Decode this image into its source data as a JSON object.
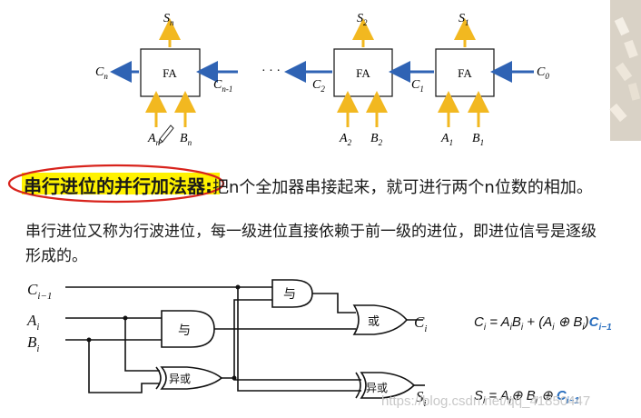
{
  "ripple_diagram": {
    "blocks": [
      {
        "label": "FA",
        "sum_label": "S",
        "sum_sub": "n",
        "a_label": "A",
        "a_sub": "n",
        "b_label": "B",
        "b_sub": "n",
        "carry_in": "C",
        "carry_in_sub": "n-1",
        "carry_out": "C",
        "carry_out_sub": "n"
      },
      {
        "label": "FA",
        "sum_label": "S",
        "sum_sub": "2",
        "a_label": "A",
        "a_sub": "2",
        "b_label": "B",
        "b_sub": "2",
        "carry_in": "C",
        "carry_in_sub": "1",
        "carry_out": "C",
        "carry_out_sub": "2"
      },
      {
        "label": "FA",
        "sum_label": "S",
        "sum_sub": "1",
        "a_label": "A",
        "a_sub": "1",
        "b_label": "B",
        "b_sub": "1",
        "carry_in": "C",
        "carry_in_sub": "0",
        "carry_out": "C",
        "carry_out_sub": "1"
      }
    ],
    "ellipsis": "· · ·"
  },
  "heading": {
    "term": "串行进位的并行加法器",
    "colon": ":",
    "definition": "把n个全加器串接起来，就可进行两个n位数的相加。"
  },
  "description": "串行进位又称为行波进位，每一级进位直接依赖于前一级的进位，即进位信号是逐级形成的。",
  "circuit": {
    "inputs": [
      {
        "main": "C",
        "sub": "i−1"
      },
      {
        "main": "A",
        "sub": "i"
      },
      {
        "main": "B",
        "sub": "i"
      }
    ],
    "gates": {
      "and_top": "与",
      "and_mid": "与",
      "or": "或",
      "xor_low": "异或",
      "xor_out": "异或"
    },
    "outputs": [
      {
        "main": "C",
        "sub": "i"
      },
      {
        "main": "S",
        "sub": "i"
      }
    ]
  },
  "equations": {
    "carry": {
      "lhs": "C",
      "lhs_sub": "i",
      "eq": " = A",
      "a_sub": "i",
      "b": "B",
      "b_sub": "i",
      "plus": " + (A",
      "a2_sub": "i",
      "xor": " ⊕ B",
      "b2_sub": "i",
      "close": ")",
      "c": "C",
      "c_sub": "i−1"
    },
    "sum": {
      "lhs": "S",
      "lhs_sub": "i",
      "eq": " = A",
      "a_sub": "i",
      "xor1": "⊕ B",
      "b_sub": "i",
      "xor2": " ⊕ ",
      "c": "C",
      "c_sub": "i−1"
    }
  },
  "watermark": "https://blog.csdn.net/qq_41850447",
  "colors": {
    "arrow_orange": "#f2b820",
    "carry_blue": "#2f63b4",
    "highlight_red": "#d8231c",
    "highlight_yellow": "#fff200",
    "ci_blue": "#2a6fbf"
  }
}
